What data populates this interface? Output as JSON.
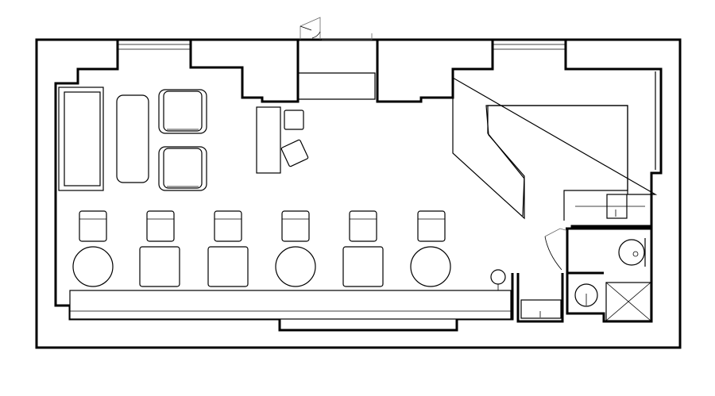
{
  "plan": {
    "kind": "floor-plan",
    "rooms": [
      "main-hall",
      "kitchen-counter",
      "restroom"
    ],
    "furniture": {
      "booth_sofas": 1,
      "low_tables": 1,
      "armchairs": 2,
      "stools": 6,
      "round_tables": 3,
      "square_tables": 3,
      "small_side_tables": 2
    },
    "colors": {
      "line": "#000000",
      "background": "#ffffff",
      "door_swing": "#666666"
    }
  }
}
